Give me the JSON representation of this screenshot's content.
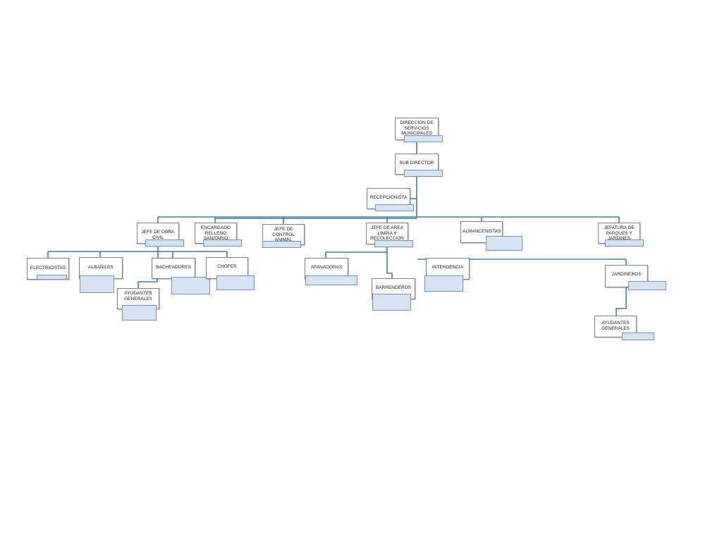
{
  "nodes": {
    "direccion": "DIRECCION DE SERVICIOS MUNICIPALES",
    "subdirector": "SUB DIRECTOR",
    "recepcionista": "RECEPCIONISTA",
    "jefe_obra": "JEFE DE  OBRA CIVIL",
    "encargado_relleno": "ENCARGADO RELLENO SANITARIO",
    "jefe_control": "JEFE DE CONTROL ANIMAL",
    "jefe_area": "JEFE DE AREA LIMPIA Y RECOLECCION",
    "almacenistas": "ALMANCENISTAS",
    "jefatura_parques": "JEFATURA  DE PARQUES Y JARDINES",
    "electricistas": "ELECTRICISTAS",
    "albaniles": "ALBAÑILES",
    "bacheadores": "BACHEADORES",
    "chofer": "CHOFER",
    "ayudantes_1": "AYUDANTES GENERALES",
    "afanadoras": "AFANADORAS",
    "barrenderos": "BARRENDEROS",
    "intendencia": "INTENDENCIA",
    "jardineros": "JARDINEROS",
    "ayudantes_2": "AYUDANTES GENERALES"
  },
  "colors": {
    "connector": "#3b7fb6",
    "box_border": "#7f7f7f",
    "subbox_fill": "#d6e3f3",
    "subbox_border": "#6f93c2"
  }
}
